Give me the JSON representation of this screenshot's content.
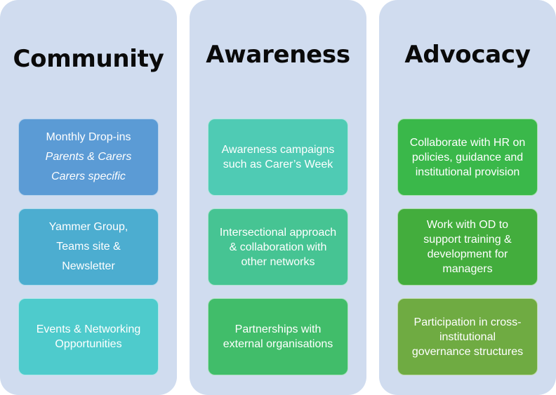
{
  "columns": [
    {
      "title": "Community",
      "boxes": [
        {
          "lines": [
            "Monthly Drop-ins"
          ],
          "italic_lines": [
            "Parents & Carers",
            "Carers specific"
          ],
          "color": "#5b9bd5"
        },
        {
          "lines": [
            "Yammer Group,",
            "Teams site &",
            "Newsletter"
          ],
          "color": "#4cadd0"
        },
        {
          "lines": [
            "Events & Networking",
            "Opportunities"
          ],
          "color": "#4ecbcc"
        }
      ]
    },
    {
      "title": "Awareness",
      "boxes": [
        {
          "lines": [
            "Awareness campaigns",
            "such as Carer’s Week"
          ],
          "color": "#4fcbb4"
        },
        {
          "lines": [
            "Intersectional approach",
            "& collaboration with",
            "other networks"
          ],
          "color": "#46c493"
        },
        {
          "lines": [
            "Partnerships with",
            "external organisations"
          ],
          "color": "#41bd6a"
        }
      ]
    },
    {
      "title": "Advocacy",
      "boxes": [
        {
          "lines": [
            "Collaborate with HR on",
            "policies, guidance and",
            "institutional provision"
          ],
          "color": "#3ab84a"
        },
        {
          "lines": [
            "Work with OD to",
            "support training &",
            "development for",
            "managers"
          ],
          "color": "#43ad3d"
        },
        {
          "lines": [
            "Participation in cross-",
            "institutional",
            "governance structures"
          ],
          "color": "#6fab42"
        }
      ]
    }
  ],
  "colors": {
    "column_background": "#d0dcef",
    "title_text": "#0a0a0a",
    "box_text": "#ffffff"
  }
}
